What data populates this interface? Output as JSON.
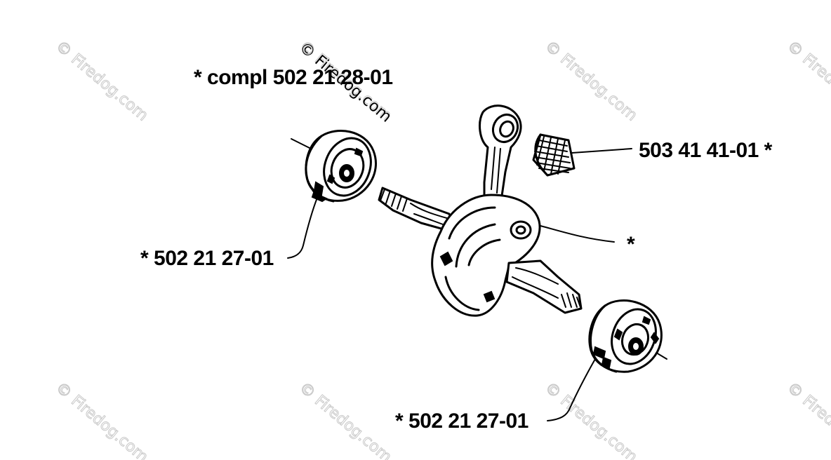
{
  "watermark": "© Firedog.com",
  "labels": {
    "assembly": "*  compl 502 21 28-01",
    "needle_bearing": "503 41 41-01  *",
    "left_bearing": "*  502 21 27-01",
    "right_bearing": "*  502 21 27-01",
    "crank_note": "*"
  },
  "colors": {
    "ink": "#000000",
    "watermark": "#c8c8c8",
    "background": "#ffffff"
  }
}
